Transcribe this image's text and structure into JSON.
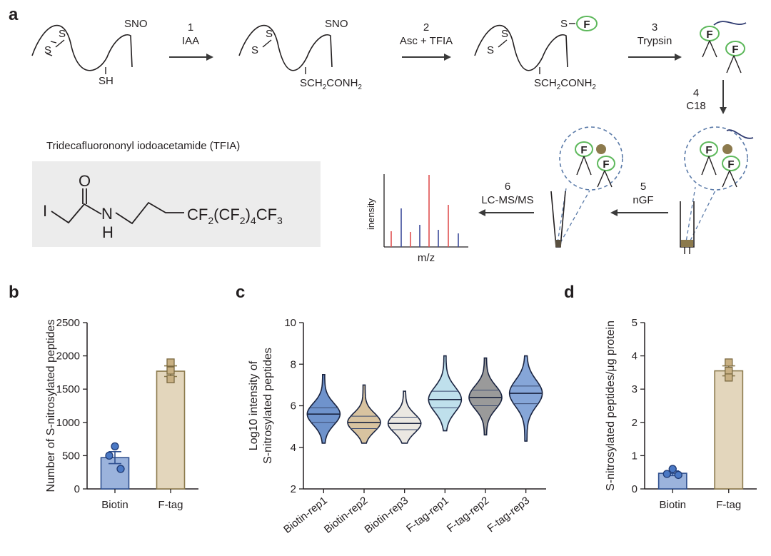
{
  "panels": {
    "a": "a",
    "b": "b",
    "c": "c",
    "d": "d"
  },
  "scheme": {
    "steps": [
      {
        "num": "1",
        "label": "IAA"
      },
      {
        "num": "2",
        "label": "Asc + TFIA"
      },
      {
        "num": "3",
        "label": "Trypsin"
      },
      {
        "num": "4",
        "label": "C18"
      },
      {
        "num": "5",
        "label": "nGF"
      },
      {
        "num": "6",
        "label": "LC-MS/MS"
      }
    ],
    "sno": "SNO",
    "s": "S",
    "sh": "SH",
    "sch": "SCH",
    "sub2": "2",
    "conh": "CONH",
    "f": "F",
    "tfia_title": "Tridecafluorononyl iodoacetamide (TFIA)",
    "tfia_atoms": {
      "o": "O",
      "i": "I",
      "n": "N",
      "h": "H"
    },
    "cf_main": "CF",
    "cf_paren": "(CF",
    "cf_close": ")",
    "cf_end": "CF",
    "sub3": "3",
    "sub4": "4",
    "spectrum_ylabel": "inensity",
    "spectrum_xlabel": "m/z"
  },
  "colors": {
    "biotin": "#9bb3dc",
    "biotin_edge": "#2e4f8f",
    "ftag": "#e3d6bc",
    "ftag_edge": "#8c7a4d",
    "green": "#5db85b",
    "spec_red": "#e05050",
    "spec_blue": "#3a4a9a",
    "violin": [
      "#6f93cc",
      "#d8c3a0",
      "#ebe8e2",
      "#bfe0ec",
      "#9a9a9a",
      "#86a6d8"
    ]
  },
  "chart_data": [
    {
      "type": "bar",
      "panel": "b",
      "categories": [
        "Biotin",
        "F-tag"
      ],
      "values": [
        470,
        1770
      ],
      "errors": [
        90,
        80
      ],
      "points": [
        [
          640,
          500,
          300
        ],
        [
          1900,
          1780,
          1650
        ]
      ],
      "ylabel": "Number of S-nitrosylated peptides",
      "ylim": [
        0,
        2500
      ],
      "yticks": [
        0,
        500,
        1000,
        1500,
        2000,
        2500
      ]
    },
    {
      "type": "violin",
      "panel": "c",
      "categories": [
        "Biotin-rep1",
        "Biotin-rep2",
        "Biotin-rep3",
        "F-tag-rep1",
        "F-tag-rep2",
        "F-tag-rep3"
      ],
      "medians": [
        5.6,
        5.2,
        5.15,
        6.3,
        6.4,
        6.6
      ],
      "q1": [
        5.2,
        4.9,
        4.85,
        5.9,
        6.0,
        6.1
      ],
      "q3": [
        5.9,
        5.5,
        5.45,
        6.7,
        6.75,
        6.95
      ],
      "min": [
        4.2,
        4.2,
        4.2,
        4.8,
        4.6,
        4.3
      ],
      "max": [
        7.5,
        7.0,
        6.7,
        8.4,
        8.3,
        8.4
      ],
      "ylabel": "Log10 intensity of S-nitrosylated peptides",
      "ylabel_lines": [
        "Log10 intensity of",
        "S-nitrosylated peptides"
      ],
      "ylim": [
        2,
        10
      ],
      "yticks": [
        2,
        4,
        6,
        8,
        10
      ]
    },
    {
      "type": "bar",
      "panel": "d",
      "categories": [
        "Biotin",
        "F-tag"
      ],
      "values": [
        0.47,
        3.55
      ],
      "errors": [
        0.07,
        0.15
      ],
      "points": [
        [
          0.6,
          0.45,
          0.42
        ],
        [
          3.8,
          3.55,
          3.35
        ]
      ],
      "ylabel": "S-nitrosylated peptides/μg protein",
      "ylim": [
        0,
        5
      ],
      "yticks": [
        0,
        1,
        2,
        3,
        4,
        5
      ]
    }
  ]
}
